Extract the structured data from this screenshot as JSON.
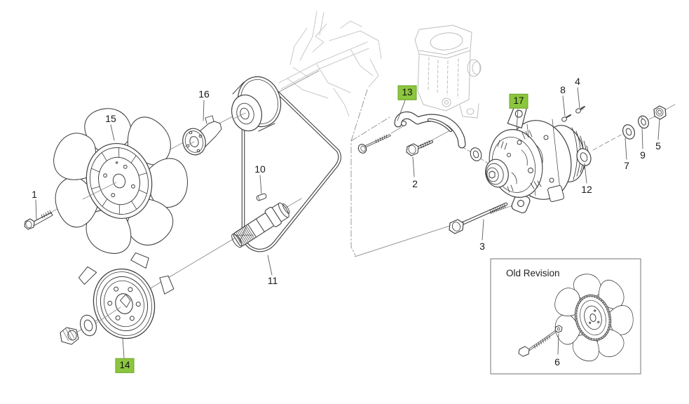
{
  "diagram": {
    "background": "#ffffff",
    "highlight_color": "#8cc63e",
    "line_color": "#3f3f3f",
    "faint_line_color": "#c9c9c9"
  },
  "old_revision": {
    "title": "Old Revision"
  },
  "labels": {
    "l1": {
      "text": "1",
      "highlighted": false
    },
    "l2": {
      "text": "2",
      "highlighted": false
    },
    "l3": {
      "text": "3",
      "highlighted": false
    },
    "l4": {
      "text": "4",
      "highlighted": false
    },
    "l5": {
      "text": "5",
      "highlighted": false
    },
    "l6": {
      "text": "6",
      "highlighted": false
    },
    "l7": {
      "text": "7",
      "highlighted": false
    },
    "l8": {
      "text": "8",
      "highlighted": false
    },
    "l9": {
      "text": "9",
      "highlighted": false
    },
    "l10": {
      "text": "10",
      "highlighted": false
    },
    "l11": {
      "text": "11",
      "highlighted": false
    },
    "l12": {
      "text": "12",
      "highlighted": false
    },
    "l13": {
      "text": "13",
      "highlighted": true
    },
    "l14": {
      "text": "14",
      "highlighted": true
    },
    "l15": {
      "text": "15",
      "highlighted": false
    },
    "l16": {
      "text": "16",
      "highlighted": false
    },
    "l17": {
      "text": "17",
      "highlighted": true
    }
  }
}
